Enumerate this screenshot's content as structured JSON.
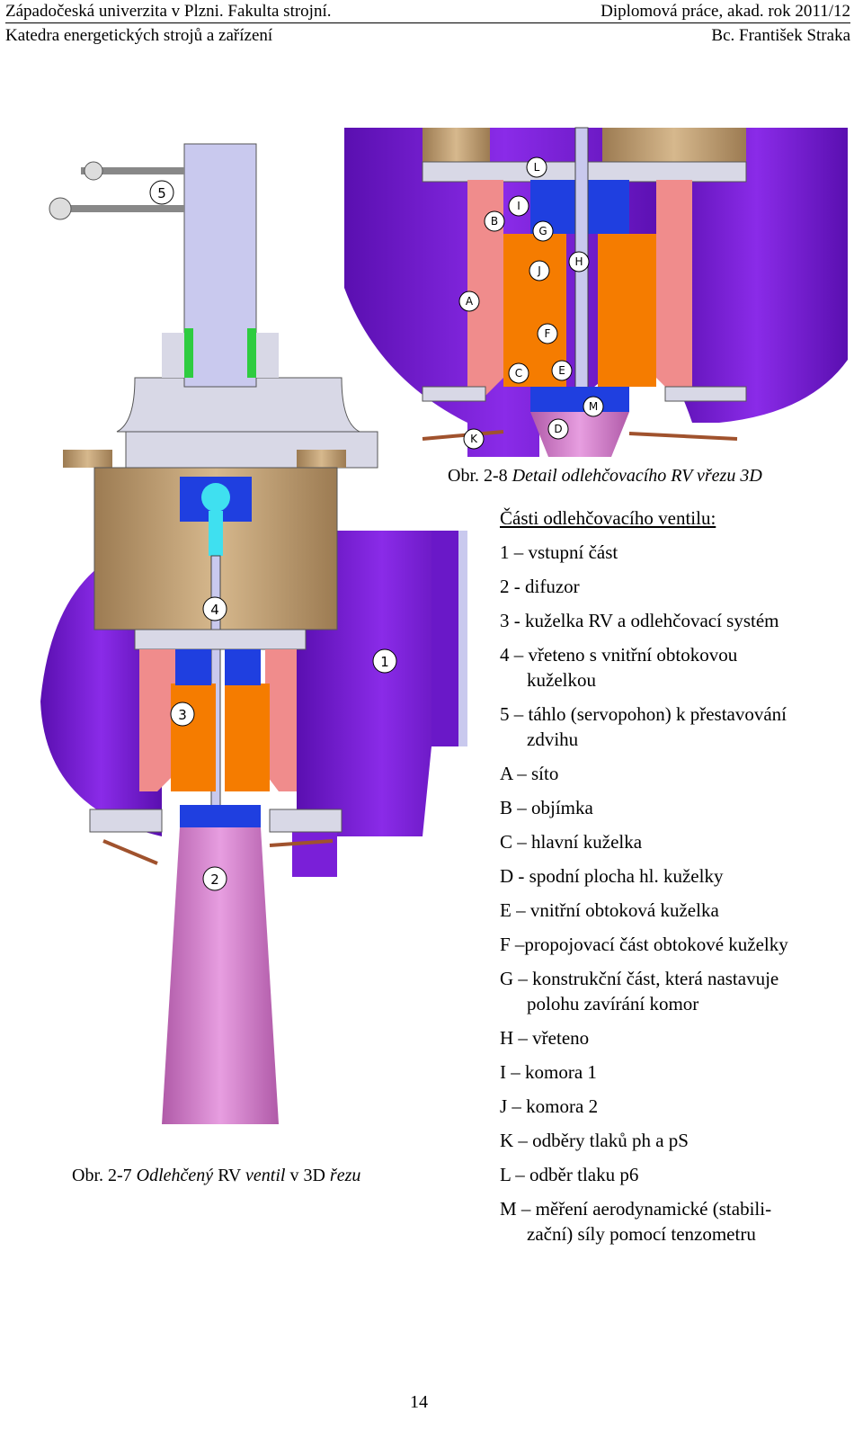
{
  "header": {
    "left_line1": "Západočeská univerzita v Plzni. Fakulta strojní.",
    "right_line1": "Diplomová práce, akad. rok 2011/12",
    "left_line2": "Katedra energetických strojů a zařízení",
    "right_line2": "Bc. František Straka"
  },
  "figure_right": {
    "caption_prefix": "Obr. 2-8",
    "caption_text": "Detail odlehčovacího RV vřezu 3D",
    "labels": [
      "L",
      "I",
      "B",
      "G",
      "J",
      "H",
      "A",
      "F",
      "C",
      "E",
      "M",
      "D",
      "K"
    ]
  },
  "figure_left": {
    "caption_prefix": "Obr. 2-7",
    "caption_italic_1": "Odlehčený",
    "caption_mid": "RV",
    "caption_italic_2": "ventil",
    "caption_plain": "v 3D",
    "caption_italic_3": "řezu",
    "labels": [
      "5",
      "4",
      "1",
      "3",
      "2"
    ]
  },
  "parts": {
    "title": "Části odlehčovacího ventilu:",
    "items": [
      {
        "first": "1 – vstupní část",
        "cont": ""
      },
      {
        "first": "2 - difuzor",
        "cont": ""
      },
      {
        "first": "3 - kuželka RV a odlehčovací systém",
        "cont": ""
      },
      {
        "first": "4 – vřeteno s vnitřní obtokovou",
        "cont": "kuželkou"
      },
      {
        "first": "5 – táhlo (servopohon) k přestavování",
        "cont": "zdvihu"
      },
      {
        "first": "A – síto",
        "cont": ""
      },
      {
        "first": "B – objímka",
        "cont": ""
      },
      {
        "first": "C – hlavní kuželka",
        "cont": ""
      },
      {
        "first": "D -  spodní plocha hl. kuželky",
        "cont": ""
      },
      {
        "first": "E – vnitřní obtoková kuželka",
        "cont": ""
      },
      {
        "first": "F –propojovací část obtokové kuželky",
        "cont": ""
      },
      {
        "first": "G – konstrukční část, která nastavuje",
        "cont": "polohu zavírání komor"
      },
      {
        "first": "H – vřeteno",
        "cont": ""
      },
      {
        "first": "I – komora 1",
        "cont": ""
      },
      {
        "first": "J – komora 2",
        "cont": ""
      },
      {
        "first": "K – odběry tlaků ph a pS",
        "cont": ""
      },
      {
        "first": "L – odběr tlaku p6",
        "cont": ""
      },
      {
        "first": "M – měření aerodynamické (stabili-",
        "cont": "zační) síly pomocí tenzometru"
      }
    ]
  },
  "page_number": "14",
  "colors": {
    "purple": "#7a1fd8",
    "tan": "#c8a97e",
    "lavender": "#c9c9ee",
    "pink": "#d97fcf",
    "salmon": "#f08c8c",
    "orange": "#f57c00",
    "blue": "#1f3fe0",
    "cyan": "#3fe0f0",
    "grey": "#d8d8e6"
  }
}
